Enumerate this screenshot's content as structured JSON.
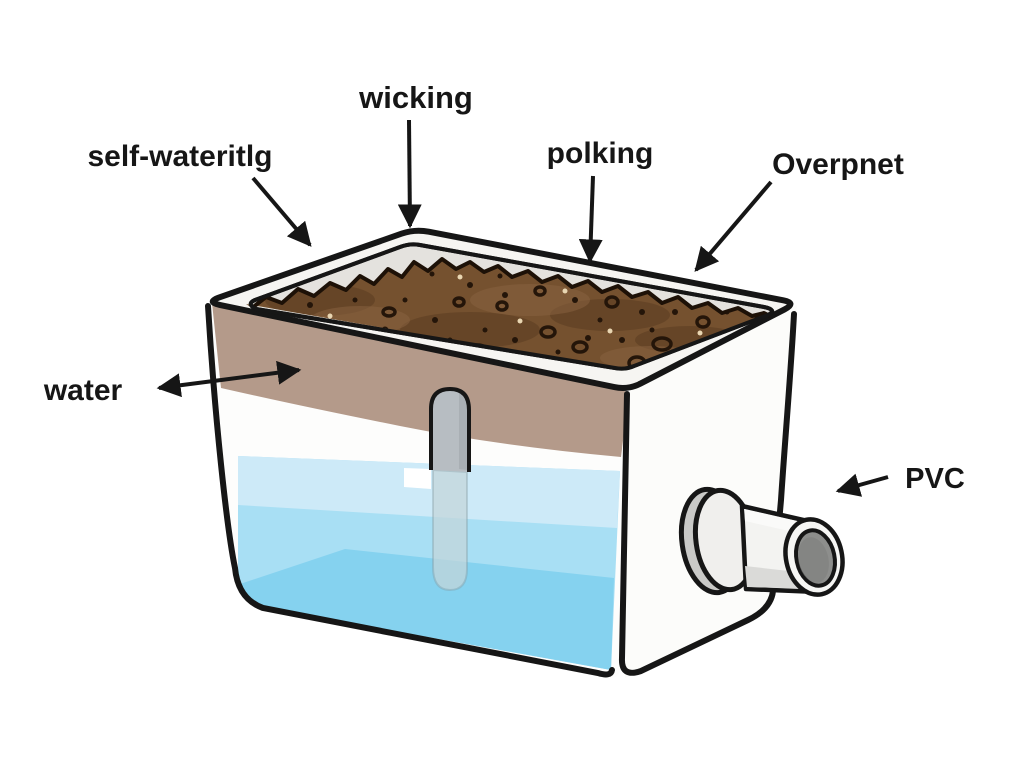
{
  "diagram": {
    "type": "illustration",
    "subject": "self-watering planter cross-section",
    "labels": {
      "wicking": "wicking",
      "self_watering": "self-wateritlg",
      "polking": "polking",
      "overpnet": "Overpnet",
      "water": "water",
      "pvc": "PVC"
    },
    "colors": {
      "outline": "#161616",
      "rim_face": "#f6f5f2",
      "inner_wall": "#e4e2de",
      "soil": "#75512f",
      "soil_dark": "#241509",
      "soil_band": "#b49a8a",
      "water_surface": "#cdeaf8",
      "water_mid": "#a8dff4",
      "water_deep": "#85d2ef",
      "wick_tube": "#b7bdc2",
      "wick_tube_submerged": "#c4d6da",
      "pipe_body": "#f3f3f1",
      "pipe_flange": "#f0efed",
      "pipe_flange_shadow": "#c9c9c7",
      "pipe_bore": "#8d8e8c",
      "face_white": "#fdfdfc",
      "background": "#ffffff"
    }
  }
}
